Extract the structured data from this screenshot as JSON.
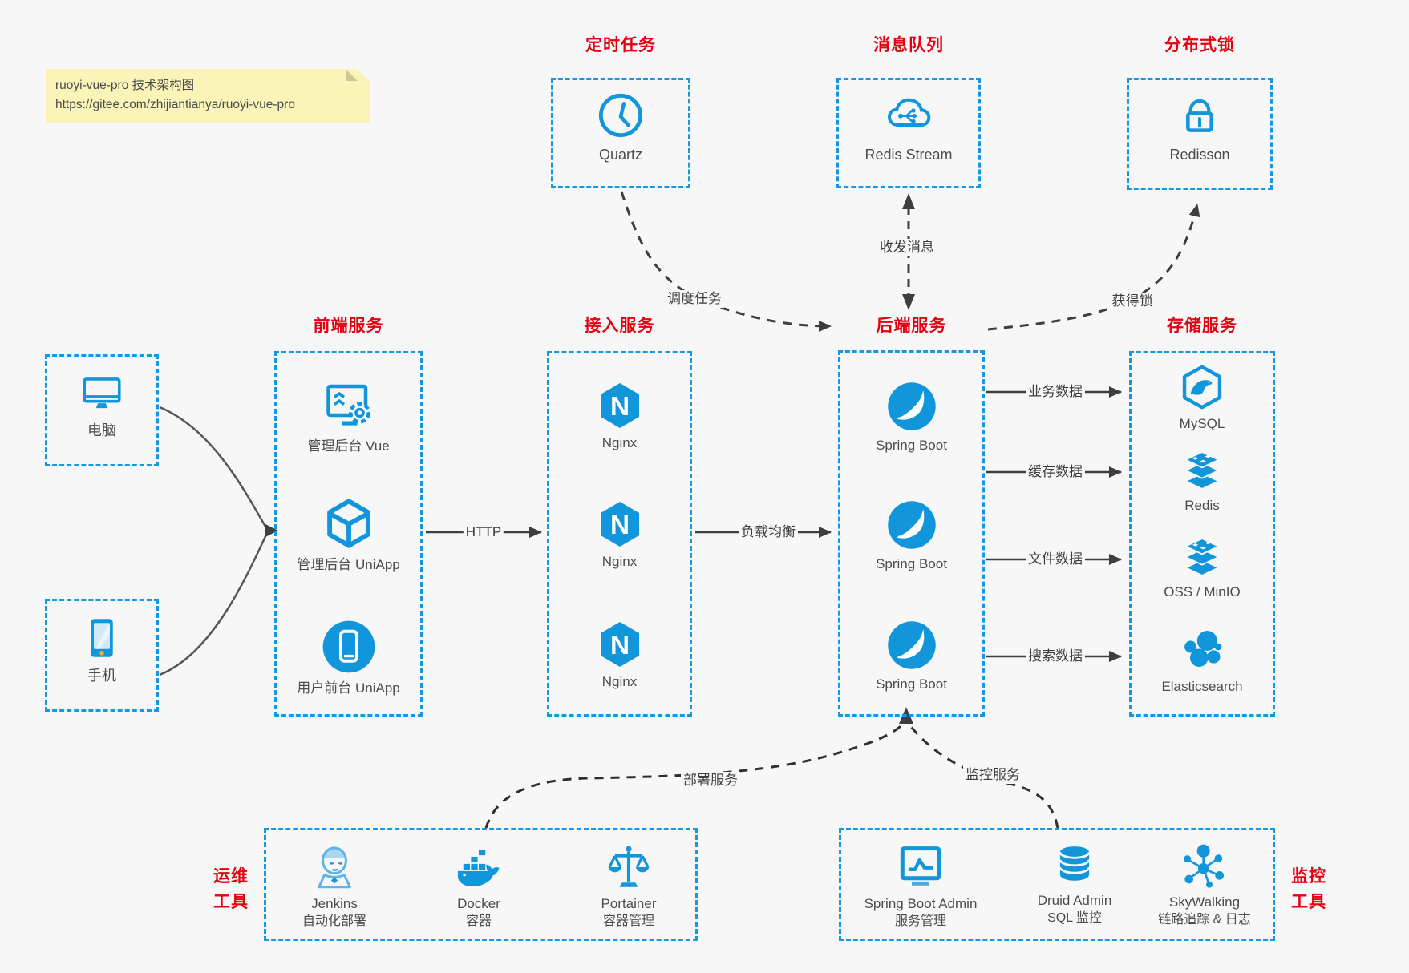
{
  "colors": {
    "bg": "#f7f7f7",
    "accent_blue": "#1697e4",
    "icon_blue": "#1296db",
    "title_red": "#e60012",
    "arrow_dark": "#3e3e40",
    "note_bg": "#faf4b8"
  },
  "note": {
    "line1": "ruoyi-vue-pro 技术架构图",
    "line2": "https://gitee.com/zhijiantianya/ruoyi-vue-pro"
  },
  "top_services": [
    {
      "title": "定时任务",
      "label": "Quartz",
      "icon": "clock-icon"
    },
    {
      "title": "消息队列",
      "label": "Redis Stream",
      "icon": "cloud-stream-icon"
    },
    {
      "title": "分布式锁",
      "label": "Redisson",
      "icon": "lock-icon"
    }
  ],
  "clients": [
    {
      "label": "电脑",
      "icon": "desktop-icon"
    },
    {
      "label": "手机",
      "icon": "mobile-icon"
    }
  ],
  "frontend": {
    "title": "前端服务",
    "items": [
      {
        "label": "管理后台 Vue",
        "icon": "admin-vue-icon"
      },
      {
        "label": "管理后台 UniApp",
        "icon": "cube-icon"
      },
      {
        "label": "用户前台 UniApp",
        "icon": "user-app-icon"
      }
    ]
  },
  "access": {
    "title": "接入服务",
    "items": [
      {
        "label": "Nginx",
        "icon": "nginx-icon"
      },
      {
        "label": "Nginx",
        "icon": "nginx-icon"
      },
      {
        "label": "Nginx",
        "icon": "nginx-icon"
      }
    ]
  },
  "backend": {
    "title": "后端服务",
    "items": [
      {
        "label": "Spring Boot",
        "icon": "spring-icon"
      },
      {
        "label": "Spring Boot",
        "icon": "spring-icon"
      },
      {
        "label": "Spring Boot",
        "icon": "spring-icon"
      }
    ]
  },
  "storage": {
    "title": "存储服务",
    "items": [
      {
        "label": "MySQL",
        "icon": "mysql-icon"
      },
      {
        "label": "Redis",
        "icon": "stack-icon"
      },
      {
        "label": "OSS / MinIO",
        "icon": "stack-icon"
      },
      {
        "label": "Elasticsearch",
        "icon": "elasticsearch-icon"
      }
    ]
  },
  "ops": {
    "side_line1": "运维",
    "side_line2": "工具",
    "items": [
      {
        "name": "Jenkins",
        "desc": "自动化部署",
        "icon": "jenkins-icon"
      },
      {
        "name": "Docker",
        "desc": "容器",
        "icon": "docker-icon"
      },
      {
        "name": "Portainer",
        "desc": "容器管理",
        "icon": "scales-icon"
      }
    ]
  },
  "monitorbox": {
    "side_line1": "监控",
    "side_line2": "工具",
    "items": [
      {
        "name": "Spring Boot Admin",
        "desc": "服务管理",
        "icon": "monitor-chart-icon"
      },
      {
        "name": "Druid Admin",
        "desc": "SQL 监控",
        "icon": "database-icon"
      },
      {
        "name": "SkyWalking",
        "desc": "链路追踪 & 日志",
        "icon": "topology-icon"
      }
    ]
  },
  "edges": {
    "schedule": "调度任务",
    "message": "收发消息",
    "lock": "获得锁",
    "http": "HTTP",
    "load_balance": "负载均衡",
    "business": "业务数据",
    "cache": "缓存数据",
    "file": "文件数据",
    "search": "搜索数据",
    "deploy": "部署服务",
    "monitoring": "监控服务"
  }
}
